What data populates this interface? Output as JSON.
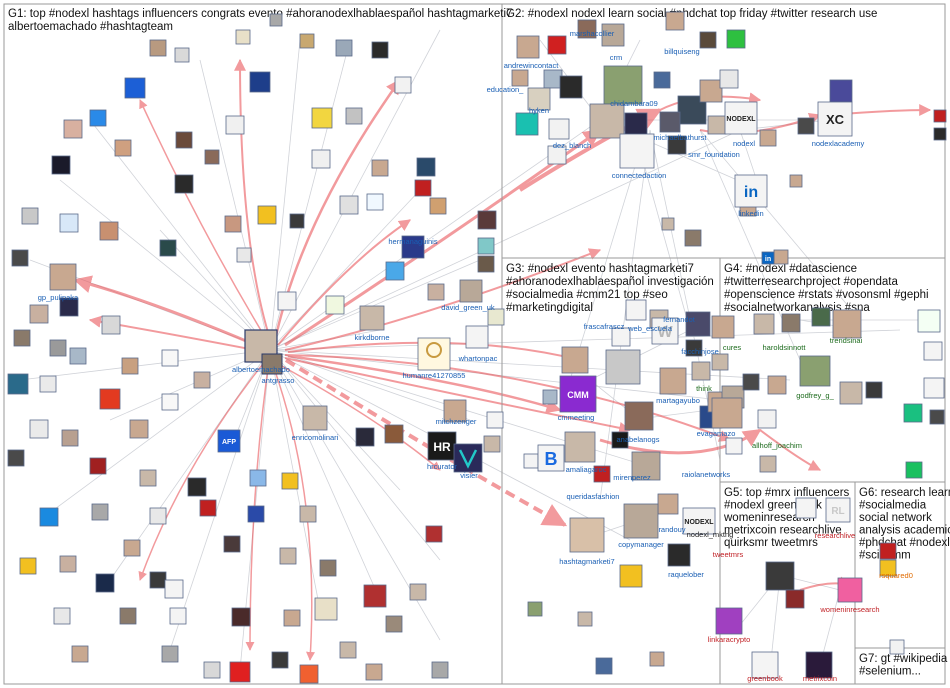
{
  "colors": {
    "edge_red": "#e8494e",
    "edge_grey": "#b9bcc4",
    "group_box": "#9a9a9a",
    "label_blue": "#1a5fb4",
    "label_green": "#1d6b1d",
    "label_orange": "#e06a00",
    "label_red": "#c01f24",
    "label_dark": "#222222"
  },
  "groups": [
    {
      "id": "G1",
      "title_lines": [
        "G1: top #nodexl hashtags influencers congrats evento #ahoranodexlhablaespañol hashtagmarketi7",
        "albertoemachado #hashtagteam"
      ]
    },
    {
      "id": "G2",
      "title_lines": [
        "G2: #nodexl nodexl learn social #phdchat top friday #twitter research use"
      ]
    },
    {
      "id": "G3",
      "title_lines": [
        "G3: #nodexl evento hashtagmarketi7",
        "#ahoranodexlhablaespañol investigación",
        "#socialmedia #cmm21 top #seo",
        "#marketingdigital"
      ]
    },
    {
      "id": "G4",
      "title_lines": [
        "G4: #nodexl #datascience",
        "#twitterresearchproject #opendata",
        "#openscience #rstats #vosonsml #gephi",
        "#socialnetworkanalysis #sna"
      ]
    },
    {
      "id": "G5",
      "title_lines": [
        "G5: top #mrx influencers",
        "#nodexl greenbook",
        "womeninresearch",
        "metrixcoin researchlive",
        "quirksmr tweetmrs"
      ]
    },
    {
      "id": "G6",
      "title_lines": [
        "G6: research learn",
        "#socialmedia",
        "social network",
        "analysis academic",
        "#phdchat #nodexl",
        "#scicomm"
      ]
    },
    {
      "id": "G7",
      "title_lines": [
        "G7: gt #wikipedia",
        "#selenium..."
      ]
    }
  ],
  "labels": [
    {
      "id": "hermanaguinis",
      "text": "hermanaguinis",
      "color_key": "label_blue"
    },
    {
      "id": "gp_pulipaka",
      "text": "gp_pulipaka",
      "color_key": "label_blue"
    },
    {
      "id": "david_green_uk",
      "text": "david_green_uk",
      "color_key": "label_blue"
    },
    {
      "id": "kirkdborne",
      "text": "kirkdborne",
      "color_key": "label_blue"
    },
    {
      "id": "whartonpac",
      "text": "whartonpac",
      "color_key": "label_blue"
    },
    {
      "id": "humanre",
      "text": "humanre41270855",
      "color_key": "label_blue"
    },
    {
      "id": "albertoemachado",
      "text": "albertoemachado",
      "color_key": "label_blue"
    },
    {
      "id": "antgrasso",
      "text": "antgrasso",
      "color_key": "label_blue"
    },
    {
      "id": "enricomolinari",
      "text": "enricomolinari",
      "color_key": "label_blue"
    },
    {
      "id": "mitchzenger",
      "text": "mitchzenger",
      "color_key": "label_blue"
    },
    {
      "id": "hrcurator",
      "text": "hrcurator",
      "color_key": "label_blue"
    },
    {
      "id": "visier",
      "text": "visier",
      "color_key": "label_blue"
    },
    {
      "id": "marshacollier",
      "text": "marshacollier",
      "color_key": "label_blue"
    },
    {
      "id": "billquiseng",
      "text": "billquiseng",
      "color_key": "label_blue"
    },
    {
      "id": "crm",
      "text": "crm",
      "color_key": "label_blue"
    },
    {
      "id": "andrewincontact",
      "text": "andrewincontact",
      "color_key": "label_blue"
    },
    {
      "id": "education_",
      "text": "education_",
      "color_key": "label_blue"
    },
    {
      "id": "hyken",
      "text": "hyken",
      "color_key": "label_blue"
    },
    {
      "id": "chidambara09",
      "text": "chidambara09",
      "color_key": "label_blue"
    },
    {
      "id": "dez_blanch",
      "text": "dez_blanch",
      "color_key": "label_blue"
    },
    {
      "id": "michaelbathurst",
      "text": "michaelbathurst",
      "color_key": "label_blue"
    },
    {
      "id": "nodexl",
      "text": "nodexl",
      "color_key": "label_blue"
    },
    {
      "id": "smr_foundation",
      "text": "smr_foundation",
      "color_key": "label_blue"
    },
    {
      "id": "connectedaction",
      "text": "connectedaction",
      "color_key": "label_blue"
    },
    {
      "id": "nodexlacademy",
      "text": "nodexlacademy",
      "color_key": "label_blue"
    },
    {
      "id": "linkedin",
      "text": "linkedin",
      "color_key": "label_blue"
    },
    {
      "id": "frascafrascz",
      "text": "frascafrascz",
      "color_key": "label_blue"
    },
    {
      "id": "fernandot",
      "text": "fernandot",
      "color_key": "label_blue"
    },
    {
      "id": "web_escuela",
      "text": "web_escuela",
      "color_key": "label_blue"
    },
    {
      "id": "facchinjose",
      "text": "facchinjose",
      "color_key": "label_blue"
    },
    {
      "id": "cmmeeting",
      "text": "cmmeeting",
      "color_key": "label_blue"
    },
    {
      "id": "martagayubo",
      "text": "martagayubo",
      "color_key": "label_blue"
    },
    {
      "id": "anabelanogs",
      "text": "anabelanogs",
      "color_key": "label_blue"
    },
    {
      "id": "amaliagaroc",
      "text": "amaliagaroc",
      "color_key": "label_blue"
    },
    {
      "id": "mirenperez",
      "text": "mirenperez",
      "color_key": "label_blue"
    },
    {
      "id": "evagamazo",
      "text": "evagamazo",
      "color_key": "label_blue"
    },
    {
      "id": "raiolanetworks",
      "text": "raiolanetworks",
      "color_key": "label_blue"
    },
    {
      "id": "queridasfashion",
      "text": "queridasfashion",
      "color_key": "label_blue"
    },
    {
      "id": "hashtagmarketi7",
      "text": "hashtagmarketi7",
      "color_key": "label_blue"
    },
    {
      "id": "copymanager",
      "text": "copymanager",
      "color_key": "label_blue"
    },
    {
      "id": "randouy",
      "text": "randouy",
      "color_key": "label_blue"
    },
    {
      "id": "raquelober",
      "text": "raquelober",
      "color_key": "label_blue"
    },
    {
      "id": "haroldsinnott",
      "text": "haroldsinnott",
      "color_key": "label_green"
    },
    {
      "id": "trendsinai",
      "text": "trendsinai",
      "color_key": "label_green"
    },
    {
      "id": "godfrey_g",
      "text": "godfrey_g_",
      "color_key": "label_green"
    },
    {
      "id": "allhoff_joachim",
      "text": "allhoff_joachim",
      "color_key": "label_green"
    },
    {
      "id": "cures",
      "text": "cures",
      "color_key": "label_green"
    },
    {
      "id": "think",
      "text": "think",
      "color_key": "label_green"
    },
    {
      "id": "womeninresearch",
      "text": "womeninresearch",
      "color_key": "label_red"
    },
    {
      "id": "tweetmrs",
      "text": "tweetmrs",
      "color_key": "label_red"
    },
    {
      "id": "researchlive",
      "text": "researchlive",
      "color_key": "label_red"
    },
    {
      "id": "linkaracrypto",
      "text": "linkaracrypto",
      "color_key": "label_red"
    },
    {
      "id": "greenbook",
      "text": "greenbook",
      "color_key": "label_red"
    },
    {
      "id": "metrixcoin",
      "text": "metrixcoin",
      "color_key": "label_red"
    },
    {
      "id": "rsquared0",
      "text": "rsquared0",
      "color_key": "label_orange"
    },
    {
      "id": "mktng",
      "text": "nodexl_mktng",
      "color_key": "label_dark"
    }
  ],
  "logo_texts": {
    "nodexl_logo": "NODEXL",
    "hr_logo": "HR",
    "afp_logo": "AFP",
    "b_logo": "B",
    "cmm_logo": "CMM",
    "linkedin_logo": "in",
    "linkedin_logo_small": "in",
    "xc_logo": "XC",
    "rl_logo": "RL",
    "w_logo": "W"
  }
}
